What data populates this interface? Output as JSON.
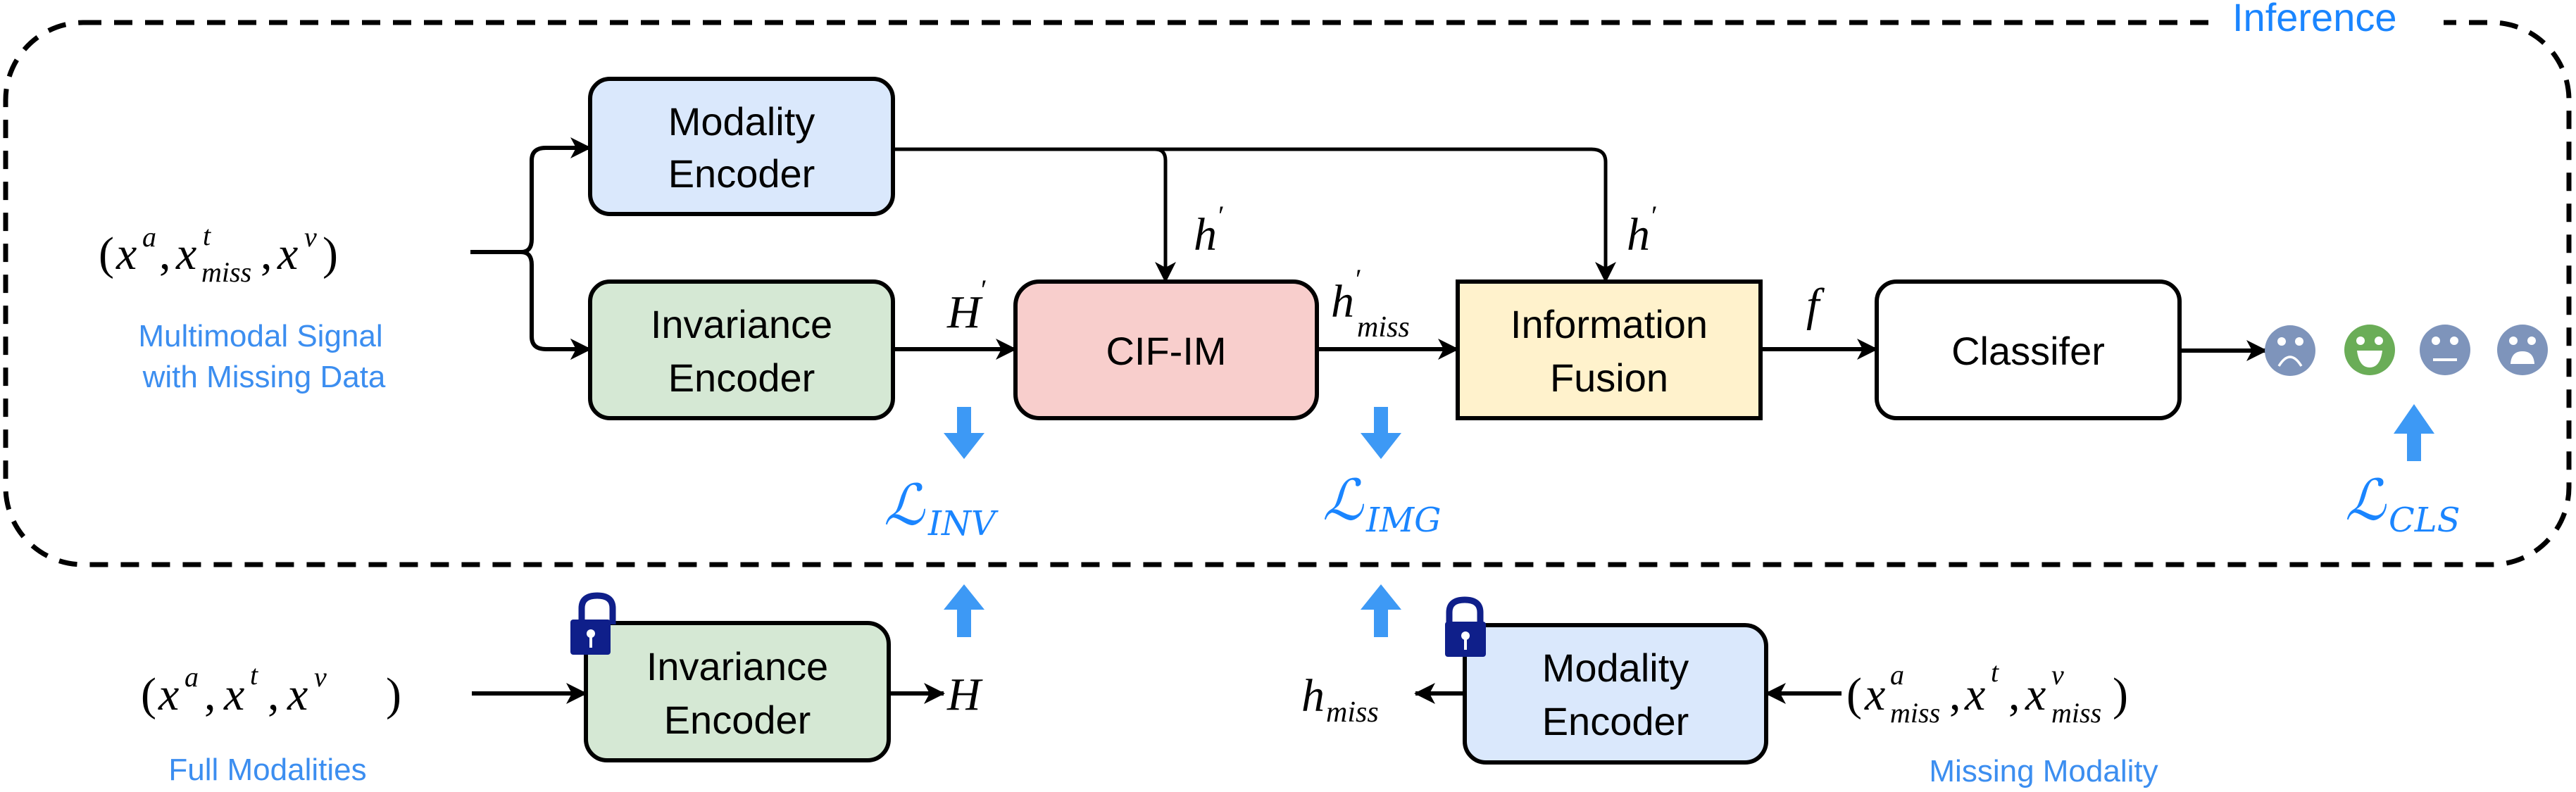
{
  "diagram": {
    "frame_label": "Inference",
    "colors": {
      "modality_encoder_fill": "#dae8fc",
      "invariance_encoder_fill": "#d5e8d4",
      "cif_im_fill": "#f8cecc",
      "fusion_fill": "#fff2cc",
      "classifier_fill": "#ffffff",
      "loss_arrow": "#3d99f5",
      "loss_text": "#1a85ff",
      "caption_text": "#3c8ef0",
      "lock": "#0f1f8a",
      "face_neutral": "#7e94bb",
      "face_happy": "#6aad57"
    },
    "inference": {
      "input": {
        "formula_parts": [
          "(",
          "x",
          "a",
          ",",
          "x",
          "t",
          "miss",
          ",",
          "x",
          "v",
          ")"
        ],
        "caption_line1": "Multimodal Signal",
        "caption_line2": "with Missing Data"
      },
      "modality_encoder": {
        "line1": "Modality",
        "line2": "Encoder"
      },
      "invariance_encoder": {
        "line1": "Invariance",
        "line2": "Encoder"
      },
      "cif_im": {
        "label": "CIF-IM"
      },
      "information_fusion": {
        "line1": "Information",
        "line2": "Fusion"
      },
      "classifier": {
        "label": "Classifer"
      },
      "edge_labels": {
        "H_prime": "H",
        "prime": "′",
        "h_prime": "h",
        "h_miss_prime_base": "h",
        "h_miss_prime_sub": "miss",
        "f": "f"
      },
      "losses": {
        "inv": {
          "symbol": "ℒ",
          "sub": "INV"
        },
        "img": {
          "symbol": "ℒ",
          "sub": "IMG"
        },
        "cls": {
          "symbol": "ℒ",
          "sub": "CLS"
        }
      },
      "outputs": [
        {
          "name": "sad-face",
          "emotion": "sad"
        },
        {
          "name": "happy-face",
          "emotion": "happy"
        },
        {
          "name": "neutral-face",
          "emotion": "neutral"
        },
        {
          "name": "surprised-face",
          "emotion": "surprised"
        }
      ]
    },
    "training": {
      "full_input": {
        "formula_parts": [
          "(",
          "x",
          "a",
          ",",
          "x",
          "t",
          ",",
          "x",
          "v",
          ")"
        ],
        "caption": "Full Modalities"
      },
      "invariance_encoder": {
        "line1": "Invariance",
        "line2": "Encoder",
        "frozen": true
      },
      "H_label": "H",
      "modality_encoder": {
        "line1": "Modality",
        "line2": "Encoder",
        "frozen": true
      },
      "h_miss": {
        "base": "h",
        "sub": "miss"
      },
      "missing_input": {
        "formula_parts": [
          "(",
          "x",
          "a",
          "miss",
          ",",
          "x",
          "t",
          ",",
          "x",
          "v",
          "miss",
          ")"
        ],
        "caption": "Missing Modality"
      }
    }
  }
}
